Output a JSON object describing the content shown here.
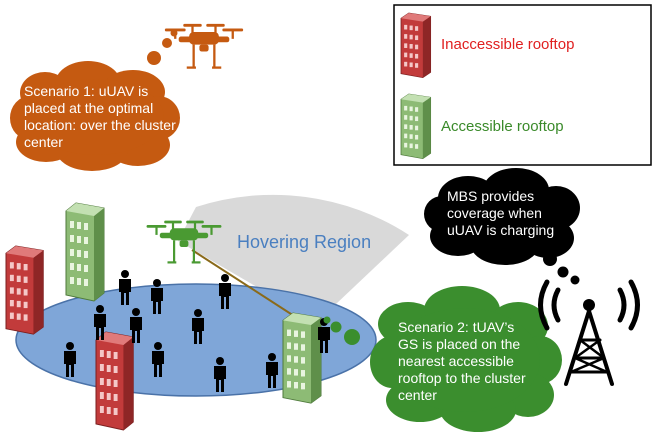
{
  "legend": {
    "inaccessible_label": "Inaccessible rooftop",
    "accessible_label": "Accessible rooftop"
  },
  "bubbles": {
    "scenario1": "Scenario 1: uUAV is placed at the optimal location: over the cluster center",
    "mbs": "MBS provides coverage when uUAV is charging",
    "scenario2": "Scenario 2: tUAV’s GS is placed on the nearest accessible rooftop to the cluster center"
  },
  "hover_label": "Hovering Region",
  "colors": {
    "inaccessible": "#d9534f",
    "accessible": "#8dbb75",
    "scenario1_bubble": "#c55a11",
    "scenario2_bubble": "#3b8e2e",
    "mbs_bubble": "#000000",
    "cluster_area": "#7fa6d8",
    "hover_region": "#d9d9d9",
    "uav_orange": "#c55a11",
    "uav_green": "#4a9a32",
    "tether": "#8a6a1a",
    "legend_red_text": "#e02020",
    "legend_green_text": "#3a8a2a"
  },
  "icons": [
    "building-red-icon",
    "building-green-icon",
    "drone-icon",
    "person-icon",
    "cell-tower-icon"
  ]
}
